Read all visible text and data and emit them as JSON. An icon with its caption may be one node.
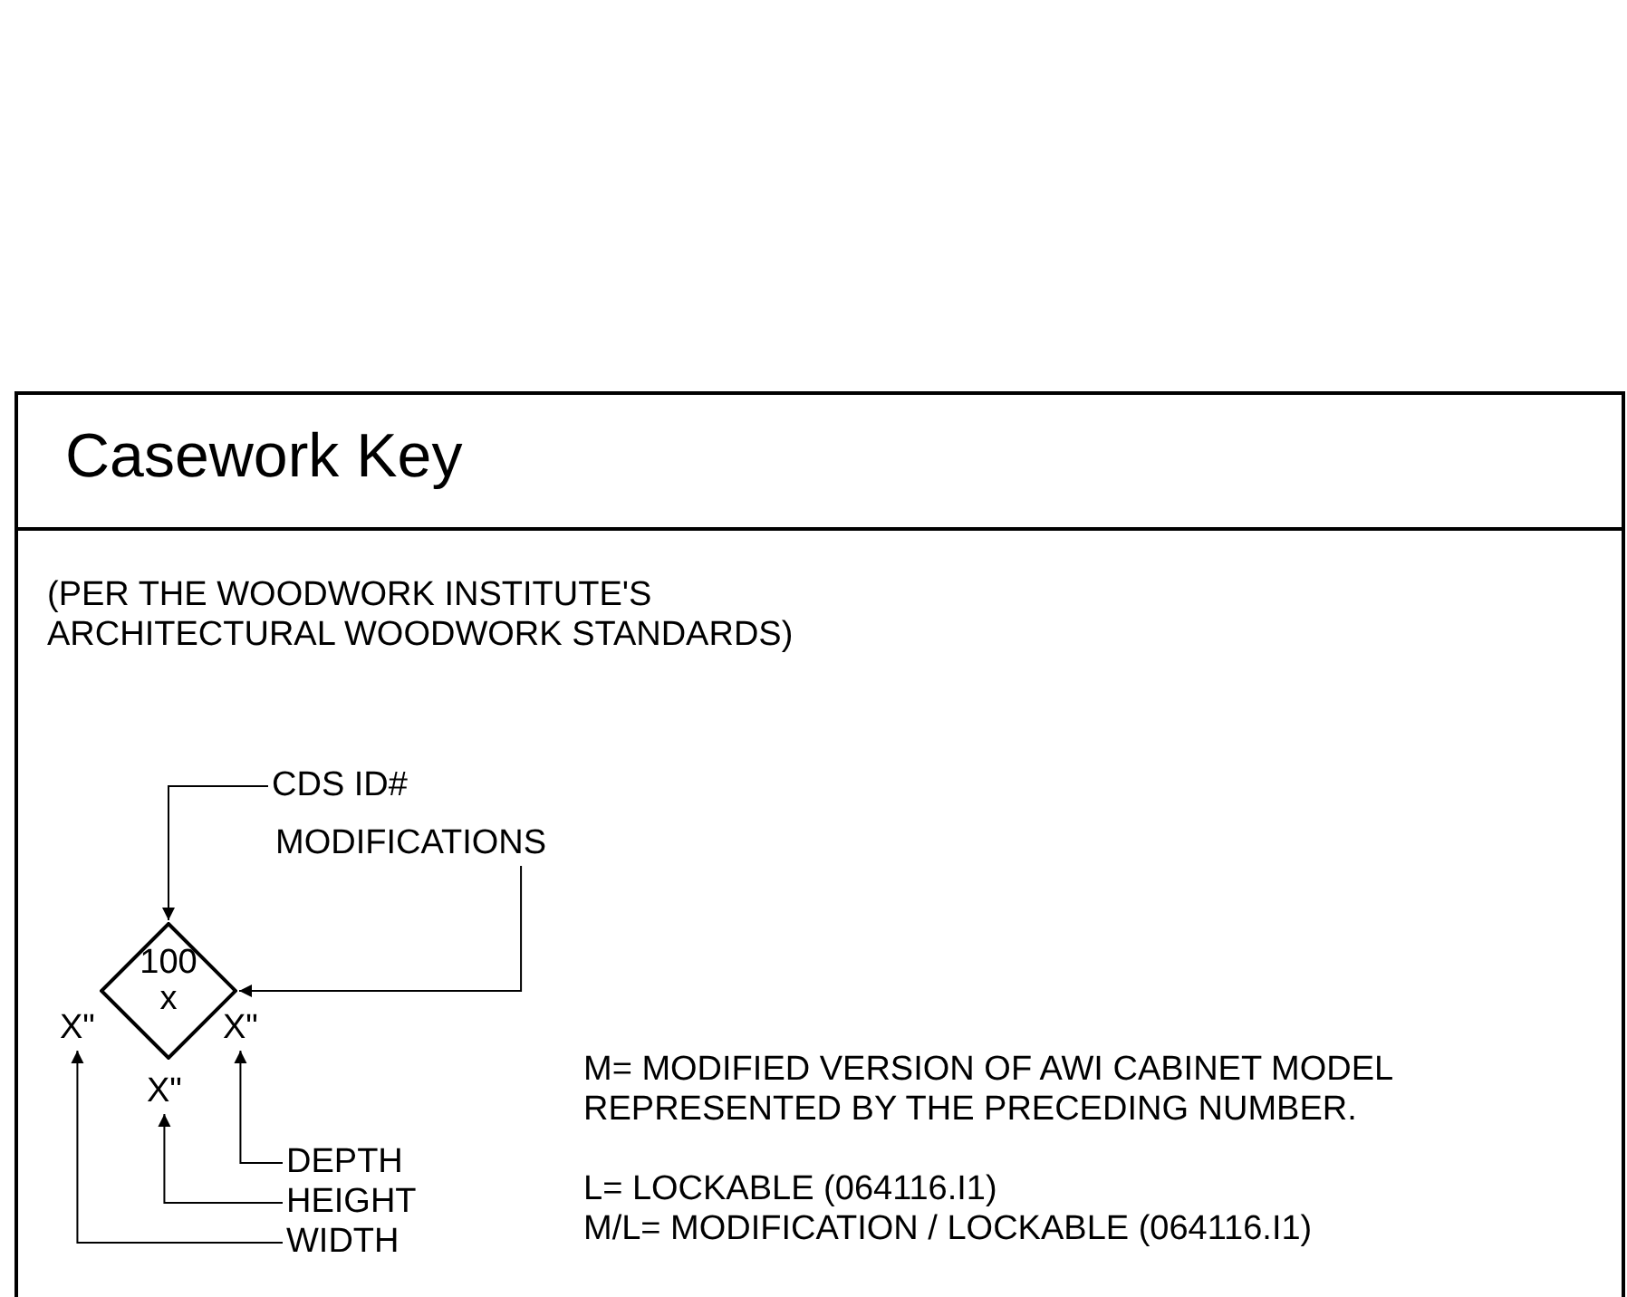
{
  "diagram": {
    "title": "Casework Key",
    "nodes": [
      {
        "text": [
          "100",
          "x"
        ]
      },
      {
        "text": [
          "CDS ID#"
        ]
      },
      {
        "text": [
          "MODIFICATIONS"
        ]
      },
      {
        "text": [
          "X\""
        ]
      },
      {
        "text": [
          "X\""
        ]
      },
      {
        "text": [
          "X\""
        ]
      },
      {
        "text": [
          "DEPTH"
        ]
      },
      {
        "text": [
          "HEIGHT"
        ]
      },
      {
        "text": [
          "WIDTH"
        ]
      }
    ],
    "edges": [
      {
        "from": 1,
        "to": 0,
        "arrow": "to"
      },
      {
        "from": 2,
        "to": 0,
        "arrow": "to"
      },
      {
        "from": 6,
        "to": 5,
        "arrow": "to"
      },
      {
        "from": 7,
        "to": 4,
        "arrow": "to"
      },
      {
        "from": 8,
        "to": 3,
        "arrow": "to"
      }
    ],
    "labels": [
      "(PER THE WOODWORK INSTITUTE'S ARCHITECTURAL WOODWORK STANDARDS)",
      "M= MODIFIED VERSION OF AWI CABINET MODEL REPRESENTED BY THE PRECEDING NUMBER.",
      "L= LOCKABLE (064116.I1)",
      "M/L= MODIFICATION / LOCKABLE (064116.I1)"
    ]
  }
}
